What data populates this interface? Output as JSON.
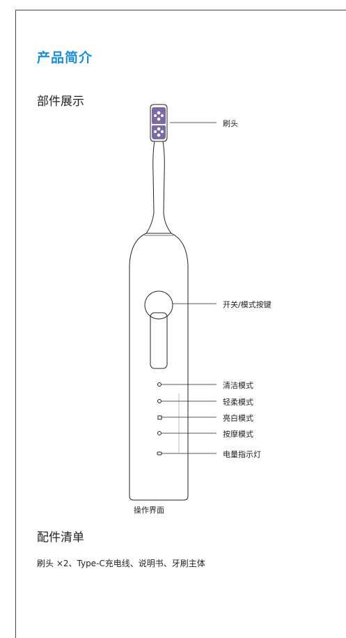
{
  "product_intro": {
    "title": "产品简介",
    "parts_heading": "部件展示",
    "callouts": {
      "brush_head": "刷头",
      "power_mode_button": "开关/模式按键",
      "clean_mode": "清洁模式",
      "soft_mode": "轻柔模式",
      "whiten_mode": "亮白模式",
      "massage_mode": "按摩模式",
      "battery_indicator": "电量指示灯"
    },
    "operation_interface_label": "操作界面",
    "accessories_heading": "配件清单",
    "accessories_list": "刷头 ×2、Type-C充电线、说明书、牙刷主体"
  }
}
